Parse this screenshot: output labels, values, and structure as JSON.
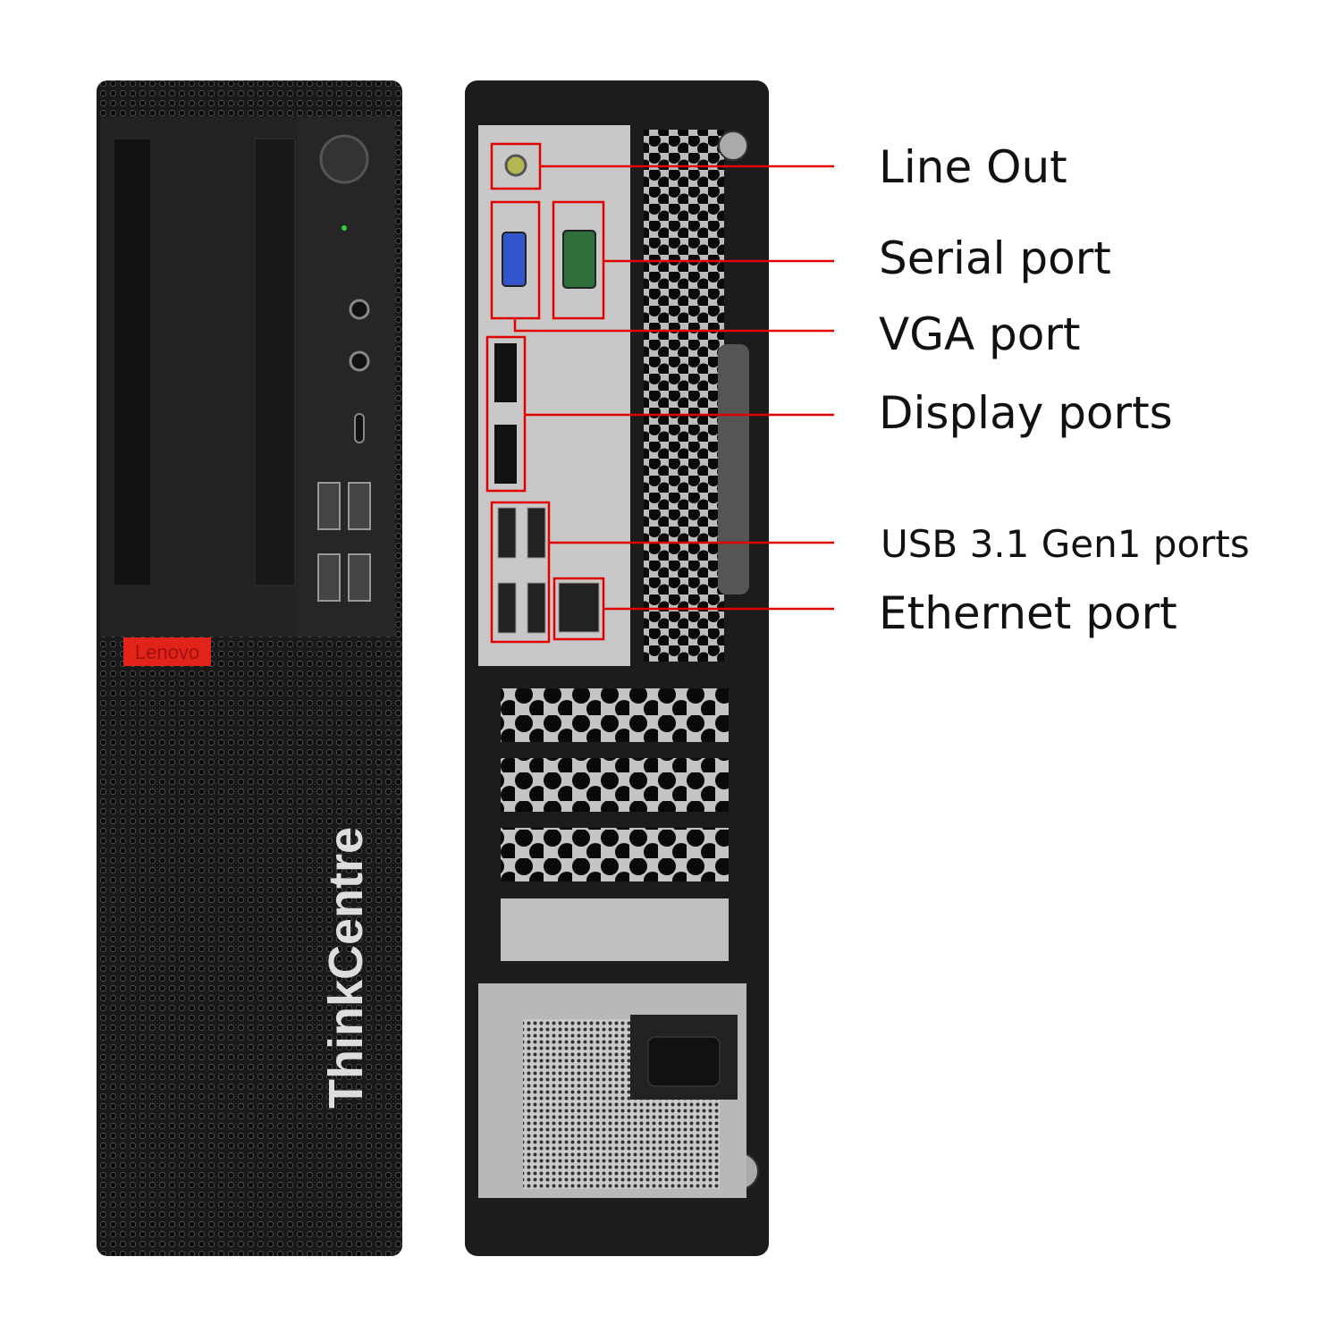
{
  "front": {
    "brand_badge": "Lenovo",
    "logo_text": "ThinkCentre",
    "brand_color": "#e2231a"
  },
  "callouts": [
    {
      "id": "line-out",
      "label": "Line Out"
    },
    {
      "id": "serial-port",
      "label": "Serial port"
    },
    {
      "id": "vga-port",
      "label": "VGA port"
    },
    {
      "id": "display-ports",
      "label": "Display ports"
    },
    {
      "id": "usb-ports",
      "label": "USB 3.1 Gen1 ports"
    },
    {
      "id": "ethernet-port",
      "label": "Ethernet port"
    }
  ],
  "colors": {
    "callout_line": "#e00000",
    "chassis": "#1c1c1c",
    "panel": "#c8c8c8"
  }
}
